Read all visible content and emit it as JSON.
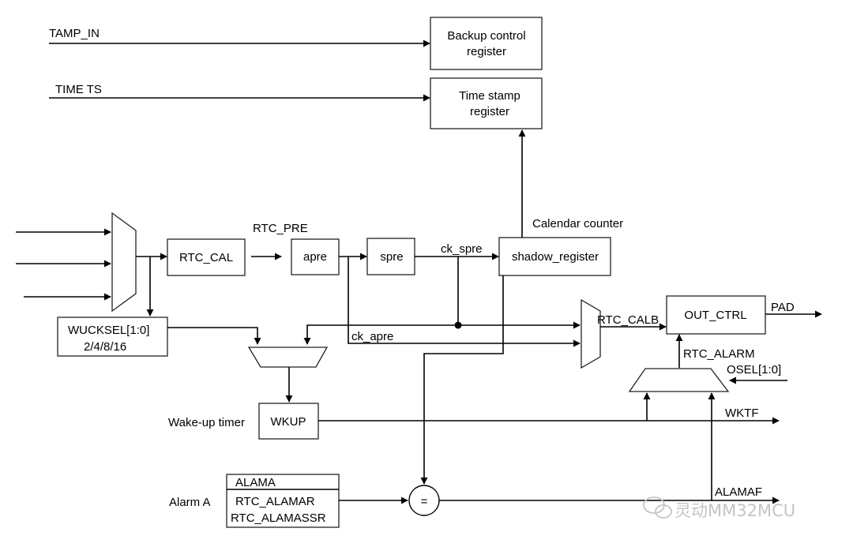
{
  "inputs": {
    "tamp_in": "TAMP_IN",
    "time_ts": "TIME TS",
    "wakeup_timer": "Wake-up timer",
    "alarm_a": "Alarm A"
  },
  "blocks": {
    "backup_control": [
      "Backup control",
      "register"
    ],
    "time_stamp": [
      "Time stamp",
      "register"
    ],
    "rtc_cal": "RTC_CAL",
    "apre": "apre",
    "spre": "spre",
    "shadow_register": "shadow_register",
    "wucksel": [
      "WUCKSEL[1:0]",
      "2/4/8/16"
    ],
    "wkup": "WKUP",
    "out_ctrl": "OUT_CTRL",
    "alama": [
      "ALAMA",
      "RTC_ALAMAR",
      "RTC_ALAMASSR"
    ],
    "comparator": "="
  },
  "signals": {
    "rtc_pre": "RTC_PRE",
    "calendar_counter": "Calendar counter",
    "ck_spre": "ck_spre",
    "ck_apre": "ck_apre",
    "rtc_calb": "RTC_CALB",
    "pad": "PAD",
    "rtc_alarm": "RTC_ALARM",
    "osel": "OSEL[1:0]",
    "wktf": "WKTF",
    "alamaf": "ALAMAF"
  },
  "watermark": "灵动MM32MCU"
}
